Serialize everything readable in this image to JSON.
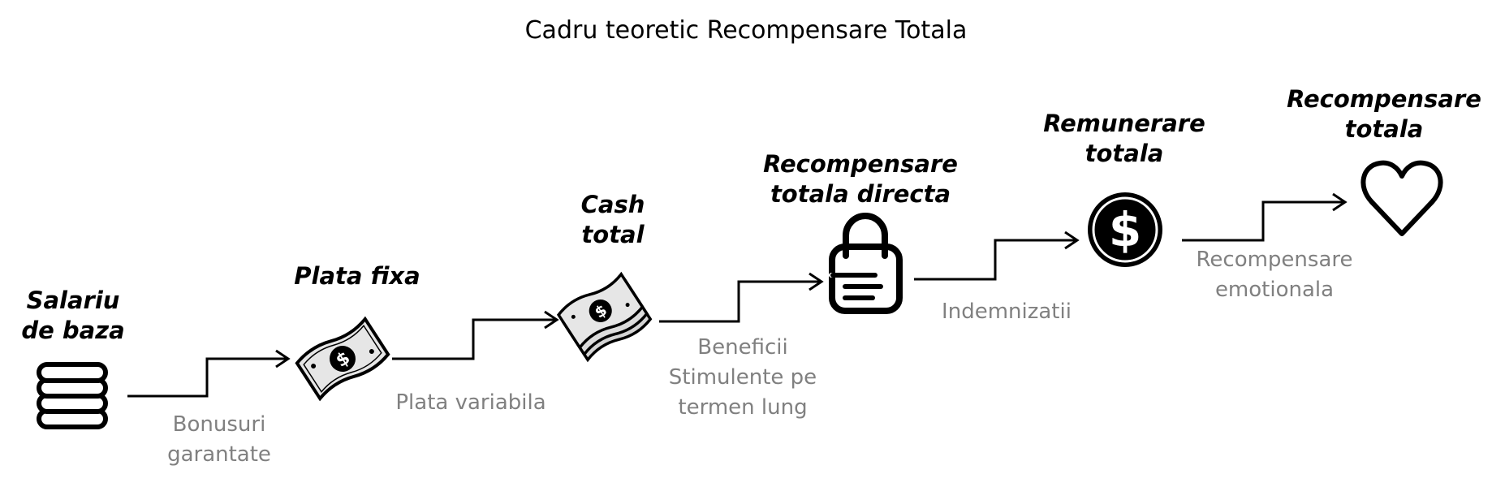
{
  "title": "Cadru teoretic Recompensare Totala",
  "stages": [
    {
      "line1": "Salariu",
      "line2": "de baza",
      "icon": "coin-stack-icon"
    },
    {
      "line1": "Plata fixa",
      "line2": "",
      "icon": "banknote-icon"
    },
    {
      "line1": "Cash",
      "line2": "total",
      "icon": "cash-stack-icon"
    },
    {
      "line1": "Recompensare",
      "line2": "totala directa",
      "icon": "shopping-bag-icon"
    },
    {
      "line1": "Remunerare",
      "line2": "totala",
      "icon": "dollar-coin-icon"
    },
    {
      "line1": "Recompensare",
      "line2": "totala",
      "icon": "heart-icon"
    }
  ],
  "connectors": [
    {
      "lines": [
        "Bonusuri",
        "garantate"
      ]
    },
    {
      "lines": [
        "Plata variabila"
      ]
    },
    {
      "lines": [
        "Beneficii",
        "Stimulente pe",
        "termen lung"
      ]
    },
    {
      "lines": [
        "Indemnizatii"
      ]
    },
    {
      "lines": [
        "Recompensare",
        "emotionala"
      ]
    }
  ]
}
